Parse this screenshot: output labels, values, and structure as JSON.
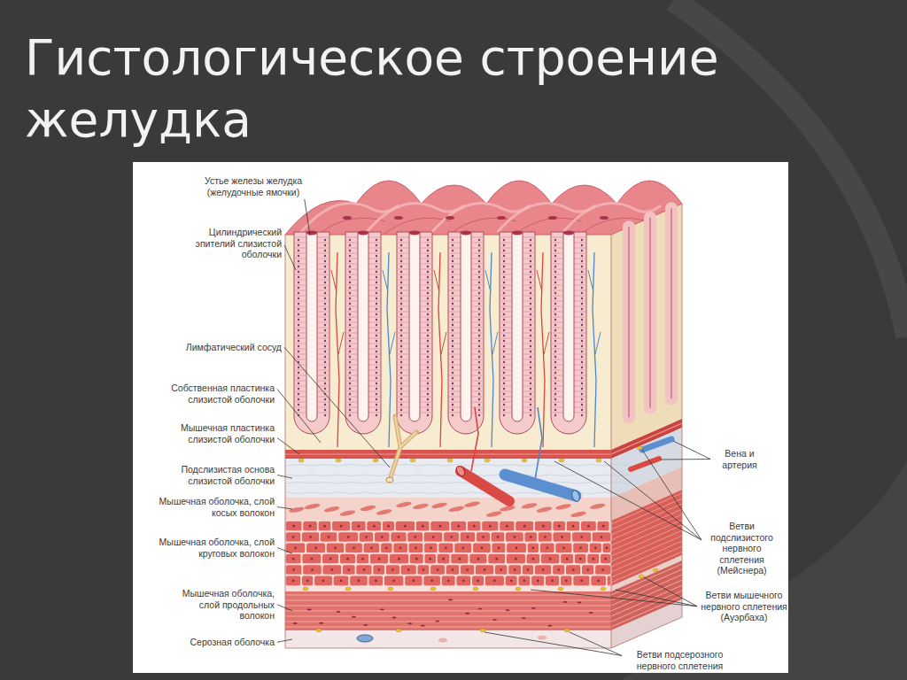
{
  "diagram": {
    "title": "Гистологическое строение желудка",
    "labels": [
      "Устье железы желудка (желудочные ямочки)",
      "Цилиндрический эпителий слизистой оболочки",
      "Лимфатический сосуд",
      "Собственная пластинка слизистой оболочки",
      "Мышечная пластинка слизистой оболочки",
      "Подслизистая основа слизистой оболочки",
      "Мышечная оболочка, слой косых волокон",
      "Мышечная оболочка, слой круговых волокон",
      "Мышечная оболочка, слой продольных волокон",
      "Серозная оболочка",
      "Вена и артерия",
      "Ветви подслизистого нервного сплетения (Мейснера)",
      "Ветви мышечного нервного сплетения (Ауэрбаха)",
      "Ветви подсерозного нервного сплетения"
    ]
  }
}
